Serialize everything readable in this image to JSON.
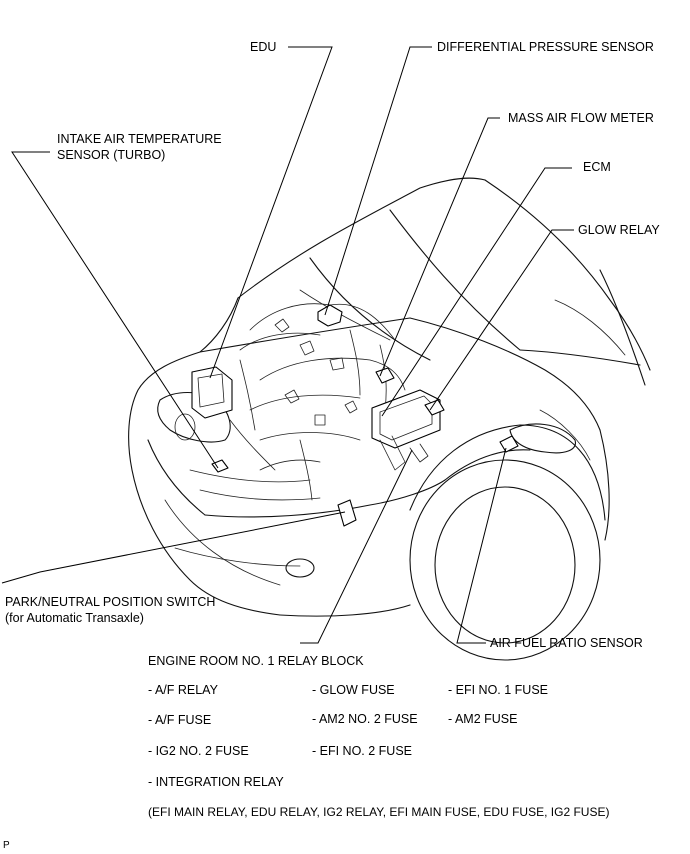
{
  "labels": {
    "edu": "EDU",
    "differential_pressure_sensor": "DIFFERENTIAL PRESSURE SENSOR",
    "mass_air_flow_meter": "MASS AIR FLOW METER",
    "intake_air_temp_line1": "INTAKE AIR TEMPERATURE",
    "intake_air_temp_line2": "SENSOR (TURBO)",
    "ecm": "ECM",
    "glow_relay": "GLOW RELAY",
    "park_neutral_line1": "PARK/NEUTRAL POSITION SWITCH",
    "park_neutral_line2": "(for Automatic Transaxle)",
    "air_fuel_ratio_sensor": "AIR FUEL RATIO SENSOR"
  },
  "relay_block": {
    "title": "ENGINE ROOM NO. 1 RELAY BLOCK",
    "items": [
      "- A/F RELAY",
      "- GLOW FUSE",
      "- EFI NO. 1 FUSE",
      "- A/F FUSE",
      "- AM2 NO. 2 FUSE",
      "- AM2 FUSE",
      "- IG2 NO. 2 FUSE",
      "- EFI NO. 2 FUSE",
      "- INTEGRATION RELAY"
    ],
    "note": "(EFI MAIN RELAY, EDU RELAY, IG2 RELAY, EFI MAIN FUSE, EDU FUSE, IG2 FUSE)"
  },
  "corner_mark": "P"
}
